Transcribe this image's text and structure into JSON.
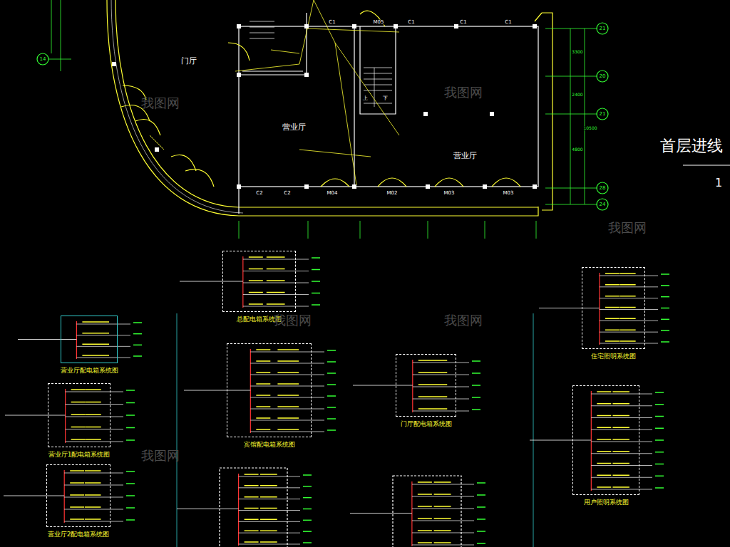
{
  "diagram": {
    "title": "首层进线",
    "nodes": [
      {
        "text": [
          "总配电箱系统图"
        ]
      },
      {
        "text": [
          "住宅照明系统图"
        ]
      },
      {
        "text": [
          "营业厅配电箱系统图"
        ]
      },
      {
        "text": [
          "宾馆配电箱系统图"
        ]
      },
      {
        "text": [
          "门厅配电箱系统图"
        ]
      },
      {
        "text": [
          "营业厅1配电箱系统图"
        ]
      },
      {
        "text": [
          "用户照明系统图"
        ]
      },
      {
        "text": [
          "营业厅2配电箱系统图"
        ]
      }
    ],
    "labels": [
      "门厅",
      "营业厅",
      "营业厅",
      "C1",
      "M05",
      "C1",
      "C1",
      "C1",
      "C2",
      "C2",
      "M04",
      "M02",
      "M03",
      "M03",
      "上",
      "下",
      "21",
      "20",
      "21",
      "28",
      "24",
      "14",
      "3300",
      "2400",
      "10500",
      "4800",
      "1",
      "我图网",
      "我图网",
      "我图网",
      "我图网",
      "我图网",
      "我图网"
    ]
  }
}
